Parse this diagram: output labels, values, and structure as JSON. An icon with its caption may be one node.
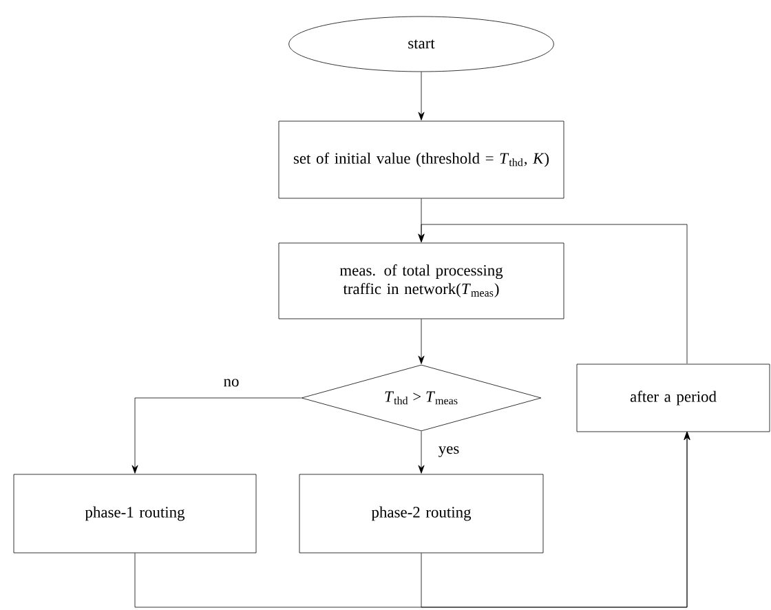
{
  "diagram": {
    "nodes": [
      {
        "text": [
          "start"
        ]
      },
      {
        "text": [
          "set of initial value (threshold = *T*$_{thd}$, *K*)"
        ]
      },
      {
        "text": [
          "meas. of total processing traffic in network(*T*$_{meas}$)"
        ]
      },
      {
        "text": [
          "*T*$_{thd}$ > *T*$_{meas}$"
        ]
      },
      {
        "text": [
          "phase-1 routing"
        ]
      },
      {
        "text": [
          "phase-2 routing"
        ]
      },
      {
        "text": [
          "after a period"
        ]
      }
    ],
    "edges": [
      {
        "from": 0,
        "to": 1,
        "arrow": "to"
      },
      {
        "from": 1,
        "to": 2,
        "arrow": "to"
      },
      {
        "from": 2,
        "to": 3,
        "arrow": "to"
      },
      {
        "from": 3,
        "to": 4,
        "arrow": "to",
        "label": "no"
      },
      {
        "from": 3,
        "to": 5,
        "arrow": "to",
        "label": "yes"
      },
      {
        "from": 4,
        "to": 6,
        "arrow": "to"
      },
      {
        "from": 5,
        "to": 6,
        "arrow": "to"
      },
      {
        "from": 6,
        "to": 2,
        "arrow": "to"
      }
    ]
  }
}
